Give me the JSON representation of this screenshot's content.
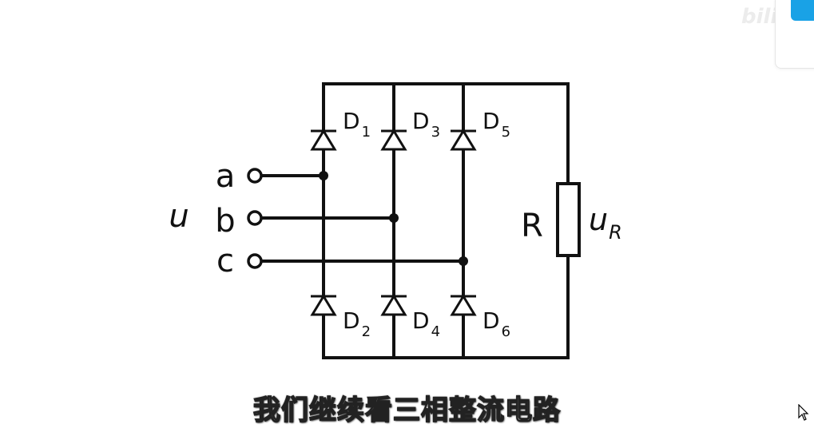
{
  "diagram": {
    "source_label": "u",
    "phases": [
      "a",
      "b",
      "c"
    ],
    "diodes_top": [
      {
        "letter": "D",
        "index": "1"
      },
      {
        "letter": "D",
        "index": "3"
      },
      {
        "letter": "D",
        "index": "5"
      }
    ],
    "diodes_bottom": [
      {
        "letter": "D",
        "index": "2"
      },
      {
        "letter": "D",
        "index": "4"
      },
      {
        "letter": "D",
        "index": "6"
      }
    ],
    "resistor": "R",
    "voltage": {
      "letter": "u",
      "sub": "R"
    }
  },
  "caption": "我们继续看三相整流电路",
  "watermark": "bili",
  "colors": {
    "ink": "#111111",
    "accent": "#19a2e6"
  },
  "icons": [
    "mouse-cursor-icon"
  ]
}
